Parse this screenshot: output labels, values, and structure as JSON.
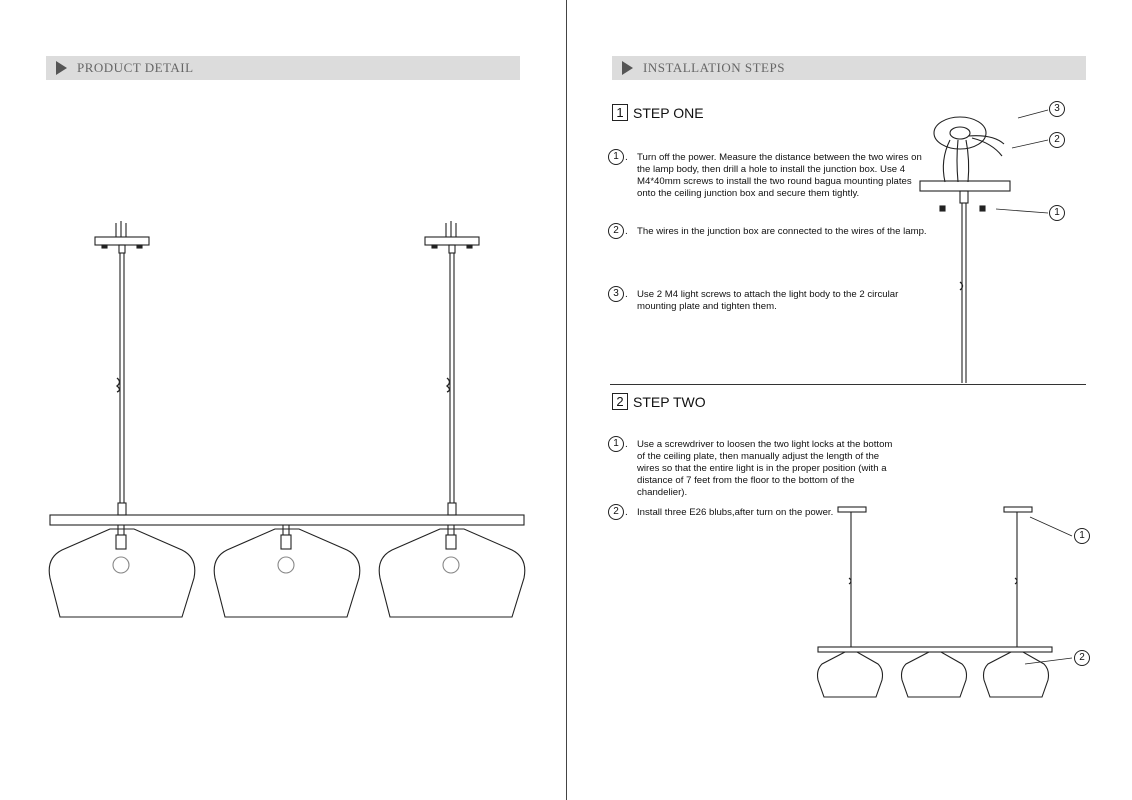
{
  "left": {
    "section_title": "PRODUCT DETAIL"
  },
  "right": {
    "section_title": "INSTALLATION STEPS",
    "step_one": {
      "number": "1",
      "title": "STEP ONE",
      "items": [
        {
          "marker": "1",
          "text": "Turn off the power. Measure the distance between the two wires on the lamp body, then drill a hole to install the junction box. Use 4 M4*40mm screws to install the two round bagua mounting plates onto the ceiling junction box and secure them tightly."
        },
        {
          "marker": "2",
          "text": "The wires in the junction box are connected to the wires of  the lamp."
        },
        {
          "marker": "3",
          "text": "Use 2 M4 light screws to attach the light body to the 2 circular mounting plate and tighten them."
        }
      ],
      "callouts": [
        "3",
        "2",
        "1"
      ]
    },
    "step_two": {
      "number": "2",
      "title": "STEP TWO",
      "items": [
        {
          "marker": "1",
          "text": "Use a screwdriver to loosen the two light locks at the bottom of the ceiling plate, then manually adjust the length of the wires so that the entire light is in the proper position (with a distance of 7 feet from the floor to the bottom of the chandelier)."
        },
        {
          "marker": "2",
          "text": "Install three E26 blubs,after turn on the power."
        }
      ],
      "callouts": [
        "1",
        "2"
      ]
    }
  }
}
